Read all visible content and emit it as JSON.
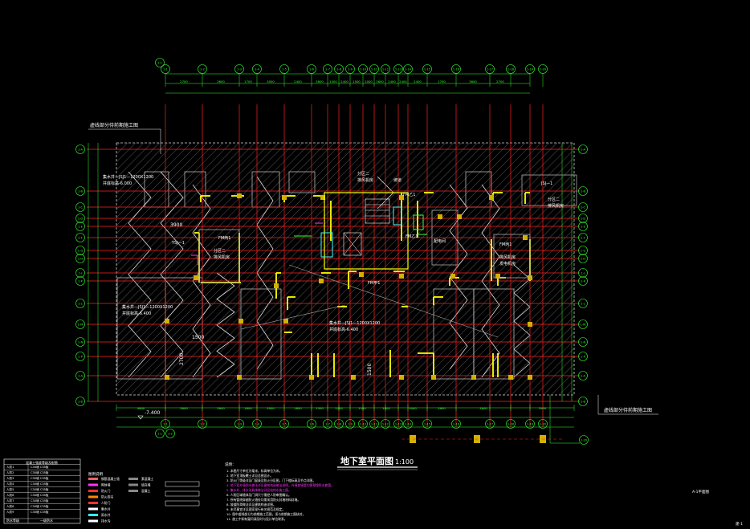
{
  "drawing": {
    "title": "地下室平面图",
    "scale": "1:100",
    "sheet_note": "A-1平面图"
  },
  "colors": {
    "background": "#000000",
    "axis": "#ff2020",
    "dimension": "#33ff33",
    "wall": "#ffff00",
    "hatch": "#6a6a6a",
    "text": "#ffffff",
    "magenta": "#ff33ff",
    "cyan": "#33ffff"
  },
  "annotations": {
    "top_left_note": "虚线部分待前期施工图",
    "bottom_right_note": "虚线部分待前期施工图",
    "elevation": "-7.400",
    "dim_3900": "3900",
    "dim_1500": "1500",
    "dim_2700": "2700",
    "dim_1500b": "1500",
    "pit_1": "集水井—JSJ1—1200X1200",
    "pit_1b": "井底标高-6.000",
    "pit_2": "集水井—JSJ1—1200X1200",
    "pit_2b": "井底标高-6.400",
    "pit_3": "集水井—JSJ1—1200X1200",
    "pit_3b": "井底标高-6.400",
    "room_1": "分区二",
    "room_1b": "排风机房",
    "room_2": "分区二",
    "room_2b": "排风机房",
    "room_3": "配电间",
    "room_4": "排风机房",
    "room_4b": "发电机房",
    "door_1": "FM丙1",
    "door_2": "FM乙1",
    "door_3": "FM丙1",
    "door_4": "FM甲1",
    "door_5": "FM乙1",
    "label_top": "分区二",
    "label_top_b": "排风机房",
    "label_slope": "坡道",
    "label_jsj": "JSJ—1",
    "label_ysj": "YSJ—1"
  },
  "axes": {
    "top_labels": [
      "1-1",
      "1-2",
      "1-3",
      "1-4",
      "1-5",
      "1-6",
      "1-7",
      "1-8",
      "1-9",
      "1-10",
      "1-11",
      "1-12",
      "1-13",
      "1-14",
      "1-15",
      "1-16",
      "1-17",
      "1-18",
      "1-19",
      "1-20"
    ],
    "left_labels": [
      "1-A",
      "1-B",
      "1-C",
      "1-D",
      "1-E",
      "1-F",
      "1-G",
      "1-H",
      "1-J",
      "1-K",
      "1-L",
      "1-M",
      "1-N",
      "1-P"
    ],
    "top_dims": [
      "2700",
      "3600",
      "1700",
      "3000",
      "2400",
      "3600",
      "1500",
      "2400",
      "1500",
      "2000",
      "3600",
      "2400",
      "2400",
      "2400",
      "1700",
      "3600",
      "2700"
    ],
    "bottom_dims": [
      "4800",
      "3600",
      "3600",
      "1800",
      "3000",
      "1800",
      "1500",
      "1200",
      "1500",
      "1800",
      "3000",
      "3600",
      "3600",
      "3900"
    ]
  },
  "legend_table": {
    "header": "混凝土强度等级及配筋",
    "rows": [
      [
        "人防1",
        "C30墙 C35板"
      ],
      [
        "人防2",
        "C30墙 C35板"
      ],
      [
        "人防3",
        "C30墙 C35板"
      ],
      [
        "人防4",
        "C30墙 C35板"
      ],
      [
        "人防5",
        "C30墙 C35板"
      ],
      [
        "人防6",
        "C30墙 C35板"
      ],
      [
        "人防7",
        "C30墙 C35板"
      ],
      [
        "人防8",
        "C30墙 C35板"
      ],
      [
        "人防9",
        "C30墙 C35板"
      ]
    ],
    "footer_left": "防水等级",
    "footer_right": "一级防水"
  },
  "legend_symbols": {
    "title": "图例说明",
    "items": [
      "钢筋混凝土墙",
      "砌体墙",
      "防火门",
      "防火卷帘",
      "人防门",
      "集水井",
      "雨水井",
      "排水沟"
    ],
    "items_right": [
      "素混凝土",
      "填充墙",
      "混凝土"
    ]
  },
  "notes": {
    "title": "说明：",
    "lines": [
      "1. 本图尺寸单位为毫米，标高单位为米。",
      "2. 地下室顶板覆土详见总图设计。",
      "3. 防火门等级详见门窗表及防火分区图，门下槛标高见节点详图。",
      "4. 地下室外墙防水做法详见建筑构造做法说明，外墙穿墙管均需预埋防水套管。",
      "5. 集水井、排水沟具体做法详见给排水施工图。",
      "6. 人防区域墙体及门洞尺寸需经人防审图确认。",
      "7. 所有管线穿越防火墙处均需采用防火封堵材料封堵。",
      "8. 坡道防滑做法详见建筑构造详图。",
      "9. 未尽事宜详见国家现行有关规范及规定。",
      "10. 图中虚线部分为前期施工范围，须与前期施工图核对。",
      "11. 施工中如有疑问请及时与设计单位联系。"
    ]
  },
  "sheet_number": "建-1"
}
